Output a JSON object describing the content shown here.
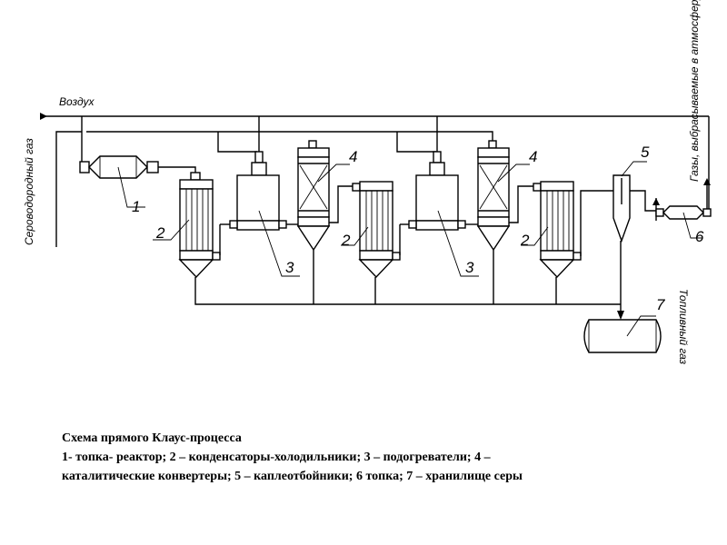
{
  "labels": {
    "air": "Воздух",
    "h2s_gas": "Сероводородный газ",
    "fuel_gas": "Топливный газ",
    "exhaust": "Газы, выбрасываемые в атмосферу"
  },
  "numbers": {
    "n1": "1",
    "n2a": "2",
    "n2b": "2",
    "n2c": "2",
    "n3a": "3",
    "n3b": "3",
    "n4a": "4",
    "n4b": "4",
    "n5": "5",
    "n6": "6",
    "n7": "7"
  },
  "caption": {
    "title": "Схема прямого Клаус-процесса",
    "line1": "1- топка- реактор; 2 – конденсаторы-холодильники; 3 – подогреватели; 4 –",
    "line2": "каталитические конвертеры; 5 – каплеотбойники; 6 топка; 7 – хранилище серы"
  }
}
